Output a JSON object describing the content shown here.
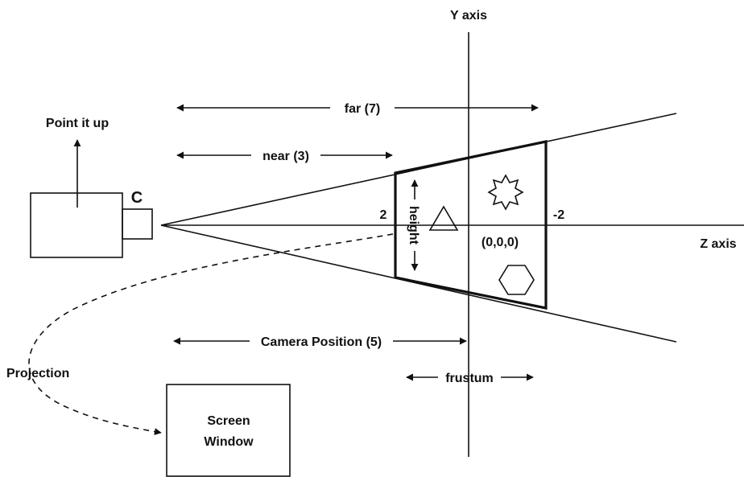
{
  "labels": {
    "y_axis": "Y axis",
    "z_axis": "Z axis",
    "far": "far (7)",
    "near": "near (3)",
    "camera_position": "Camera Position (5)",
    "frustum": "frustum",
    "point_it_up": "Point it up",
    "camera_letter": "C",
    "height": "height",
    "near_value": "2",
    "far_value": "-2",
    "origin": "(0,0,0)",
    "projection": "Projection",
    "screen_window_line1": "Screen",
    "screen_window_line2": "Window"
  },
  "colors": {
    "stroke": "#111111",
    "background": "#ffffff"
  },
  "shapes": [
    "triangle",
    "star",
    "hexagon"
  ]
}
